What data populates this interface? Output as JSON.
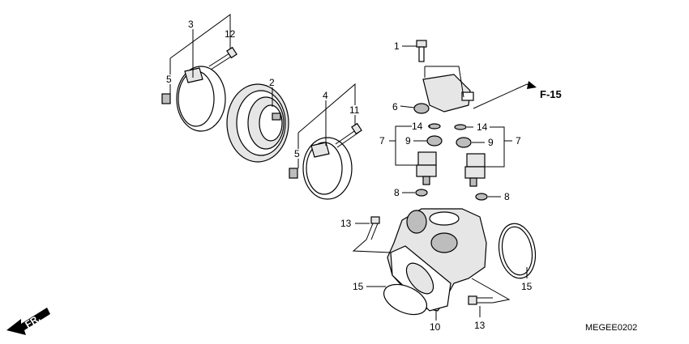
{
  "labels": {
    "c1": "1",
    "c2": "2",
    "c3": "3",
    "c4": "4",
    "c5a": "5",
    "c5b": "5",
    "c6": "6",
    "c7a": "7",
    "c7b": "7",
    "c8a": "8",
    "c8b": "8",
    "c9a": "9",
    "c9b": "9",
    "c10": "10",
    "c11": "11",
    "c12": "12",
    "c13a": "13",
    "c13b": "13",
    "c14a": "14",
    "c14b": "14",
    "c15a": "15",
    "c15b": "15"
  },
  "reference": "F-15",
  "direction": "FR.",
  "diagram_code": "MEGEE0202"
}
